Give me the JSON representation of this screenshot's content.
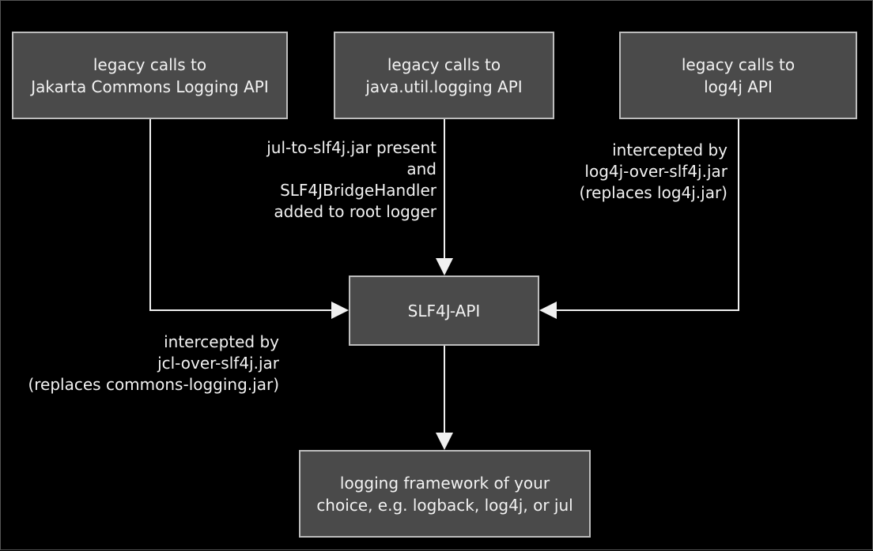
{
  "colors": {
    "background": "#000000",
    "node_fill": "#4a4a4a",
    "node_border": "#bdbdbd",
    "text": "#f2f2f2",
    "edge": "#f0f0f0"
  },
  "nodes": {
    "jcl": {
      "lines": [
        "legacy calls to",
        "Jakarta Commons Logging API"
      ]
    },
    "jul": {
      "lines": [
        "legacy calls to",
        "java.util.logging API"
      ]
    },
    "log4j": {
      "lines": [
        "legacy calls to",
        "log4j API"
      ]
    },
    "slf4j": {
      "lines": [
        "SLF4J-API"
      ]
    },
    "framework": {
      "lines": [
        "logging framework of your",
        "choice, e.g. logback, log4j, or jul"
      ]
    }
  },
  "edge_labels": {
    "jul": {
      "lines": [
        "jul-to-slf4j.jar present",
        "and",
        "SLF4JBridgeHandler",
        "added to root logger"
      ]
    },
    "log4j": {
      "lines": [
        "intercepted by",
        "log4j-over-slf4j.jar",
        "(replaces log4j.jar)"
      ]
    },
    "jcl": {
      "lines": [
        "intercepted by",
        "jcl-over-slf4j.jar",
        "(replaces commons-logging.jar)"
      ]
    }
  }
}
